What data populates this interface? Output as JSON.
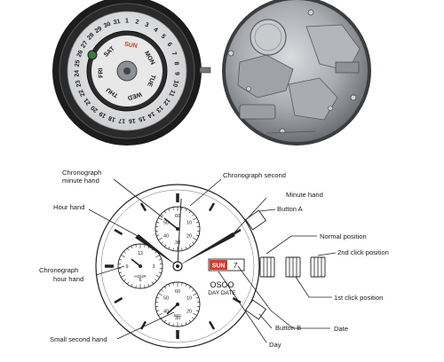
{
  "movement_front": {
    "date_numbers": [
      "1",
      "2",
      "3",
      "4",
      "5",
      "6",
      "7",
      "8",
      "9",
      "10",
      "11",
      "12",
      "13",
      "14",
      "15",
      "16",
      "17",
      "18",
      "19",
      "20",
      "21",
      "22",
      "23",
      "24",
      "25",
      "26",
      "27",
      "28",
      "29",
      "30",
      "31"
    ],
    "day_names": [
      "MON",
      "TUE",
      "WED",
      "THU",
      "FRI",
      "SAT",
      "SUN"
    ]
  },
  "diagram": {
    "labels": {
      "chrono_minute_hand": "Chronograph\nminute hand",
      "chrono_second": "Chronograph second",
      "minute_hand": "Minute hand",
      "hour_hand": "Hour hand",
      "button_a": "Button A",
      "normal_position": "Normal position",
      "second_click": "2nd click position",
      "chrono_hour_hand": "Chronograph\nhour hand",
      "first_click": "1st click position",
      "small_second_hand": "Small second hand",
      "button_b": "Button B",
      "date": "Date",
      "day": "Day"
    },
    "window_day": "SUN",
    "window_date": "7",
    "brand": "OSOO",
    "window_caption": "DAY DATE",
    "subdial_top_numbers": [
      "60",
      "10",
      "20",
      "30",
      "40",
      "50"
    ],
    "subdial_left_numbers": [
      "12",
      "3",
      "6",
      "9"
    ],
    "subdial_left_caption": "HOUR",
    "subdial_bottom_numbers": [
      "60",
      "10",
      "20",
      "30",
      "40",
      "50"
    ],
    "subdial_bottom_caption": "SEC"
  },
  "colors": {
    "sun_red": "#d93a2b",
    "metal": "#b9bcc0",
    "dark": "#1c1c1c"
  }
}
